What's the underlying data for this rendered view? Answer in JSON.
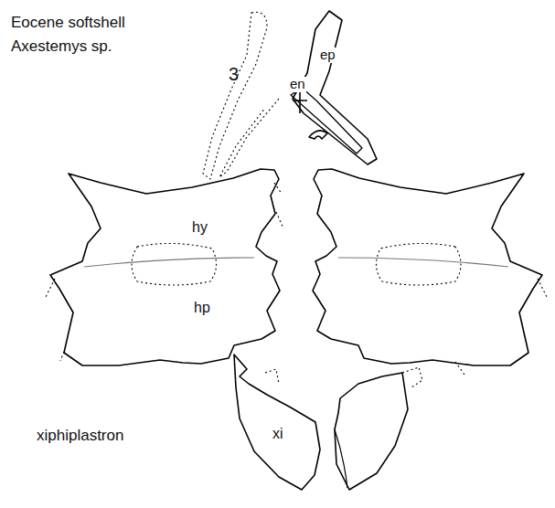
{
  "diagram": {
    "labels": [
      "Eocene softshell",
      "Axestemys sp.",
      "3",
      "en",
      "ep",
      "hy",
      "hp",
      "xi",
      "xiphiplastron"
    ]
  }
}
